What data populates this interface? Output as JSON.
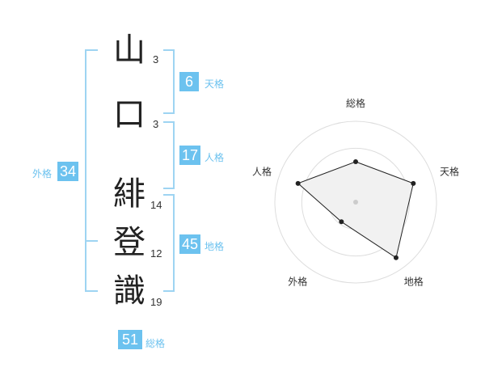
{
  "name": {
    "chars": [
      {
        "char": "山",
        "strokes": "3"
      },
      {
        "char": "口",
        "strokes": "3"
      },
      {
        "char": "緋",
        "strokes": "14"
      },
      {
        "char": "登",
        "strokes": "12"
      },
      {
        "char": "識",
        "strokes": "19"
      }
    ]
  },
  "kakusu": {
    "tenkaku": {
      "value": "6",
      "label": "天格"
    },
    "jinkaku": {
      "value": "17",
      "label": "人格"
    },
    "chikaku": {
      "value": "45",
      "label": "地格"
    },
    "gaikaku": {
      "value": "34",
      "label": "外格"
    },
    "soukaku": {
      "value": "51",
      "label": "総格"
    }
  },
  "chart_data": {
    "type": "radar",
    "axes": [
      "総格",
      "天格",
      "地格",
      "外格",
      "人格"
    ],
    "values": [
      0.5,
      0.75,
      0.85,
      0.3,
      0.75
    ],
    "rings": 3
  },
  "colors": {
    "accent": "#6cc2ef",
    "bracket": "#9ed4f2"
  }
}
